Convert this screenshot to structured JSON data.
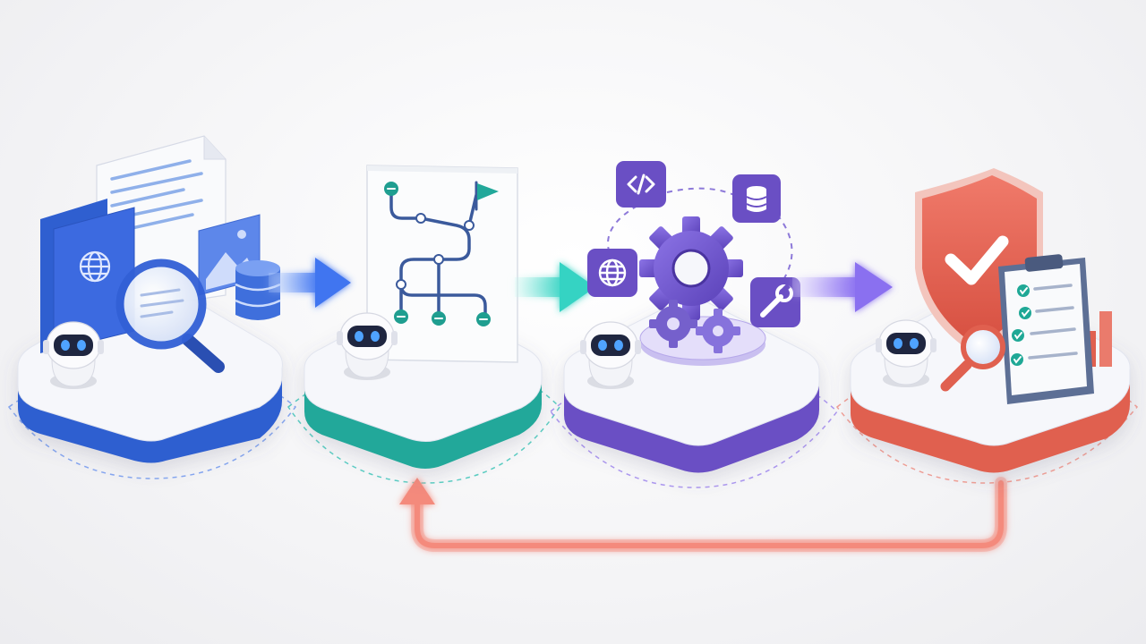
{
  "stages": [
    {
      "id": "research",
      "accent": "#2f5fd0",
      "icons": [
        "document-icon",
        "passport-icon",
        "globe-icon",
        "image-icon",
        "database-icon",
        "magnifier-icon",
        "robot-icon"
      ]
    },
    {
      "id": "plan",
      "accent": "#22a89a",
      "icons": [
        "flowchart-icon",
        "flag-icon",
        "robot-icon"
      ]
    },
    {
      "id": "execute",
      "accent": "#6a4fc4",
      "icons": [
        "code-icon",
        "database-icon",
        "globe-icon",
        "wrench-icon",
        "gear-icon",
        "robot-icon"
      ]
    },
    {
      "id": "verify",
      "accent": "#e0604f",
      "icons": [
        "shield-check-icon",
        "clipboard-checklist-icon",
        "magnifier-icon",
        "bar-chart-icon",
        "robot-icon"
      ]
    }
  ],
  "colors": {
    "blue": "#2f5fd0",
    "teal": "#22a89a",
    "purple": "#6a4fc4",
    "coral": "#e0604f",
    "feedback_arrow": "#f48a7c"
  },
  "connectors": [
    "research-to-plan",
    "plan-to-execute",
    "execute-to-verify",
    "verify-to-plan-feedback"
  ]
}
